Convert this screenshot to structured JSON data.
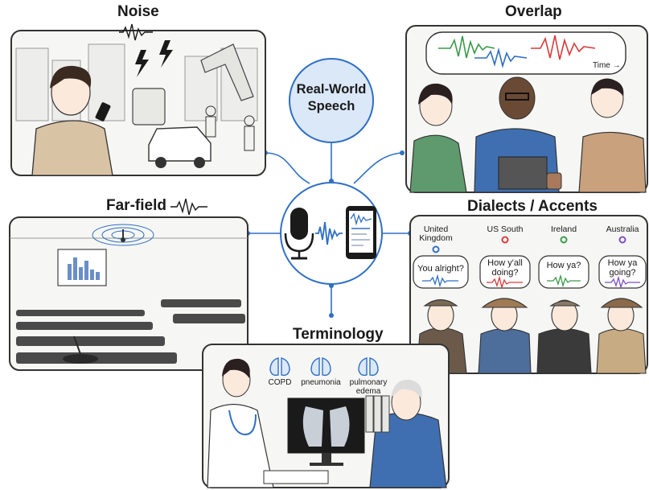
{
  "center": {
    "title_line1": "Real-World",
    "title_line2": "Speech"
  },
  "panels": {
    "noise": {
      "title": "Noise"
    },
    "overlap": {
      "title": "Overlap",
      "time_label": "Time →"
    },
    "far_field": {
      "title": "Far-field"
    },
    "dialects": {
      "title": "Dialects / Accents",
      "regions": [
        {
          "name_line1": "United",
          "name_line2": "Kingdom",
          "pin_color": "#2e6fc4",
          "phrase_line1": "You alright?",
          "phrase_line2": ""
        },
        {
          "name_line1": "US South",
          "name_line2": "",
          "pin_color": "#d93a3a",
          "phrase_line1": "How y'all",
          "phrase_line2": "doing?"
        },
        {
          "name_line1": "Ireland",
          "name_line2": "",
          "pin_color": "#3a9a4a",
          "phrase_line1": "How ya?",
          "phrase_line2": ""
        },
        {
          "name_line1": "Australia",
          "name_line2": "",
          "pin_color": "#7b4fc4",
          "phrase_line1": "How ya",
          "phrase_line2": "going?"
        }
      ]
    },
    "terminology": {
      "title": "Terminology",
      "terms": [
        {
          "line1": "COPD",
          "line2": ""
        },
        {
          "line1": "pneumonia",
          "line2": ""
        },
        {
          "line1": "pulmonary",
          "line2": "edema"
        }
      ]
    }
  },
  "colors": {
    "accent_blue": "#2e6fc4",
    "center_fill": "#dbe8f8",
    "wave_green": "#3a9a4a",
    "wave_red": "#d93a3a",
    "wave_blue": "#2e6fc4",
    "panel_border": "#333333"
  },
  "icons": [
    "microphone-icon",
    "tablet-icon",
    "lung-icon",
    "location-pin-icon",
    "soundwave-icon",
    "lightning-icon"
  ]
}
